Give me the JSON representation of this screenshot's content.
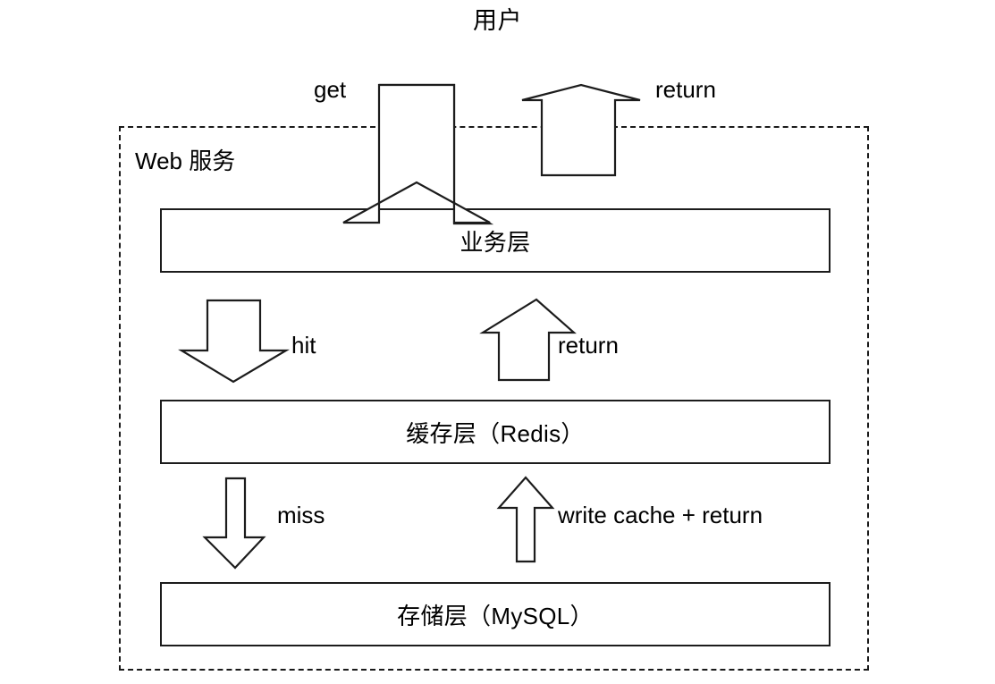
{
  "diagram": {
    "title": "用户",
    "container": {
      "label": "Web 服务",
      "border_style": "dashed",
      "border_color": "#1a1a1a"
    },
    "layers": [
      {
        "id": "business",
        "label": "业务层"
      },
      {
        "id": "cache",
        "label": "缓存层（Redis）"
      },
      {
        "id": "storage",
        "label": "存储层（MySQL）"
      }
    ],
    "flows": [
      {
        "id": "get",
        "label": "get",
        "direction": "down",
        "from": "用户",
        "to": "业务层"
      },
      {
        "id": "return-top",
        "label": "return",
        "direction": "up",
        "from": "业务层",
        "to": "用户"
      },
      {
        "id": "hit",
        "label": "hit",
        "direction": "down",
        "from": "业务层",
        "to": "缓存层（Redis）"
      },
      {
        "id": "return-mid",
        "label": "return",
        "direction": "up",
        "from": "缓存层（Redis）",
        "to": "业务层"
      },
      {
        "id": "miss",
        "label": "miss",
        "direction": "down",
        "from": "缓存层（Redis）",
        "to": "存储层（MySQL）"
      },
      {
        "id": "write-cache",
        "label": "write cache + return",
        "direction": "up",
        "from": "存储层（MySQL）",
        "to": "缓存层（Redis）"
      }
    ],
    "colors": {
      "background": "#ffffff",
      "stroke": "#1c1c1c",
      "text": "#000000",
      "arrow_fill": "#ffffff"
    }
  }
}
